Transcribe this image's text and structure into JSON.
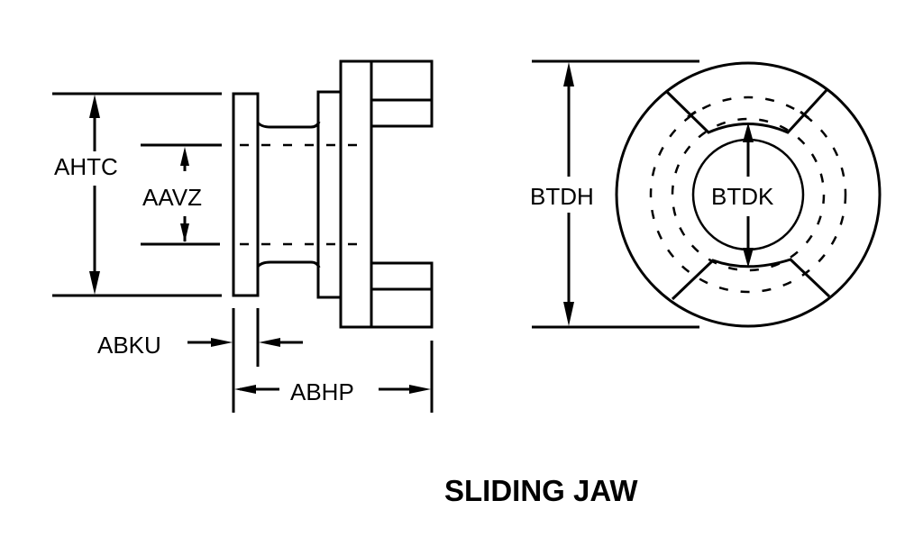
{
  "title": "SLIDING JAW",
  "side_view": {
    "dimensions": {
      "overall_flange_height": "AHTC",
      "bore_diameter": "AAVZ",
      "flange_thickness": "ABKU",
      "overall_length": "ABHP"
    }
  },
  "end_view": {
    "dimensions": {
      "outer_diameter": "BTDH",
      "inner_diameter": "BTDK"
    }
  }
}
